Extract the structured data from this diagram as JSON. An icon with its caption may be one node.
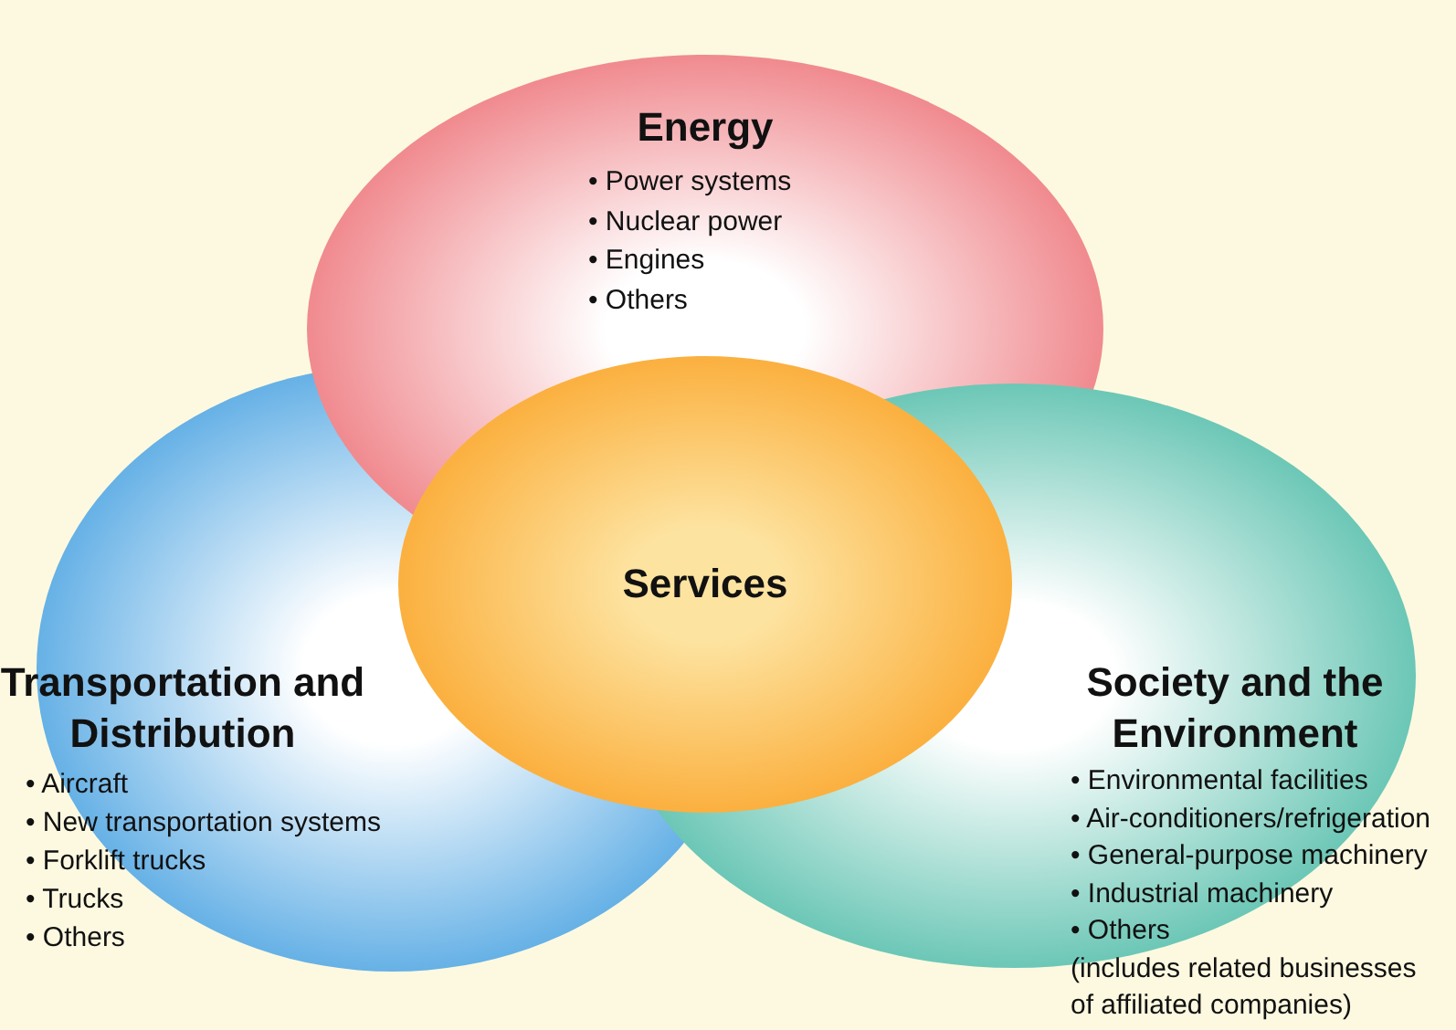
{
  "diagram": {
    "nodes": [
      {
        "text": [
          "Energy",
          "• Power systems",
          "• Nuclear power",
          "• Engines",
          "• Others"
        ]
      },
      {
        "text": [
          "Transportation and Distribution",
          "• Aircraft",
          "• New transportation systems",
          "• Forklift trucks",
          "• Trucks",
          "• Others"
        ]
      },
      {
        "text": [
          "Society and the Environment",
          "• Environmental facilities",
          "• Air-conditioners/refrigeration",
          "• General-purpose machinery",
          "• Industrial machinery",
          "• Others",
          "(includes related businesses of affiliated companies)"
        ]
      },
      {
        "text": [
          "Services"
        ]
      }
    ]
  }
}
